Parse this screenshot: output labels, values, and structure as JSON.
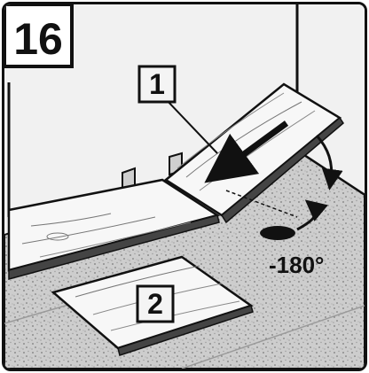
{
  "step_number": "16",
  "callouts": {
    "board_1": "1",
    "board_2": "2"
  },
  "rotation_label": "-180°",
  "colors": {
    "outline": "#111111",
    "wall": "#f0f0f0",
    "floor": "#cfcfcf",
    "board": "#f7f7f7",
    "board_edge": "#3a3a3a"
  }
}
